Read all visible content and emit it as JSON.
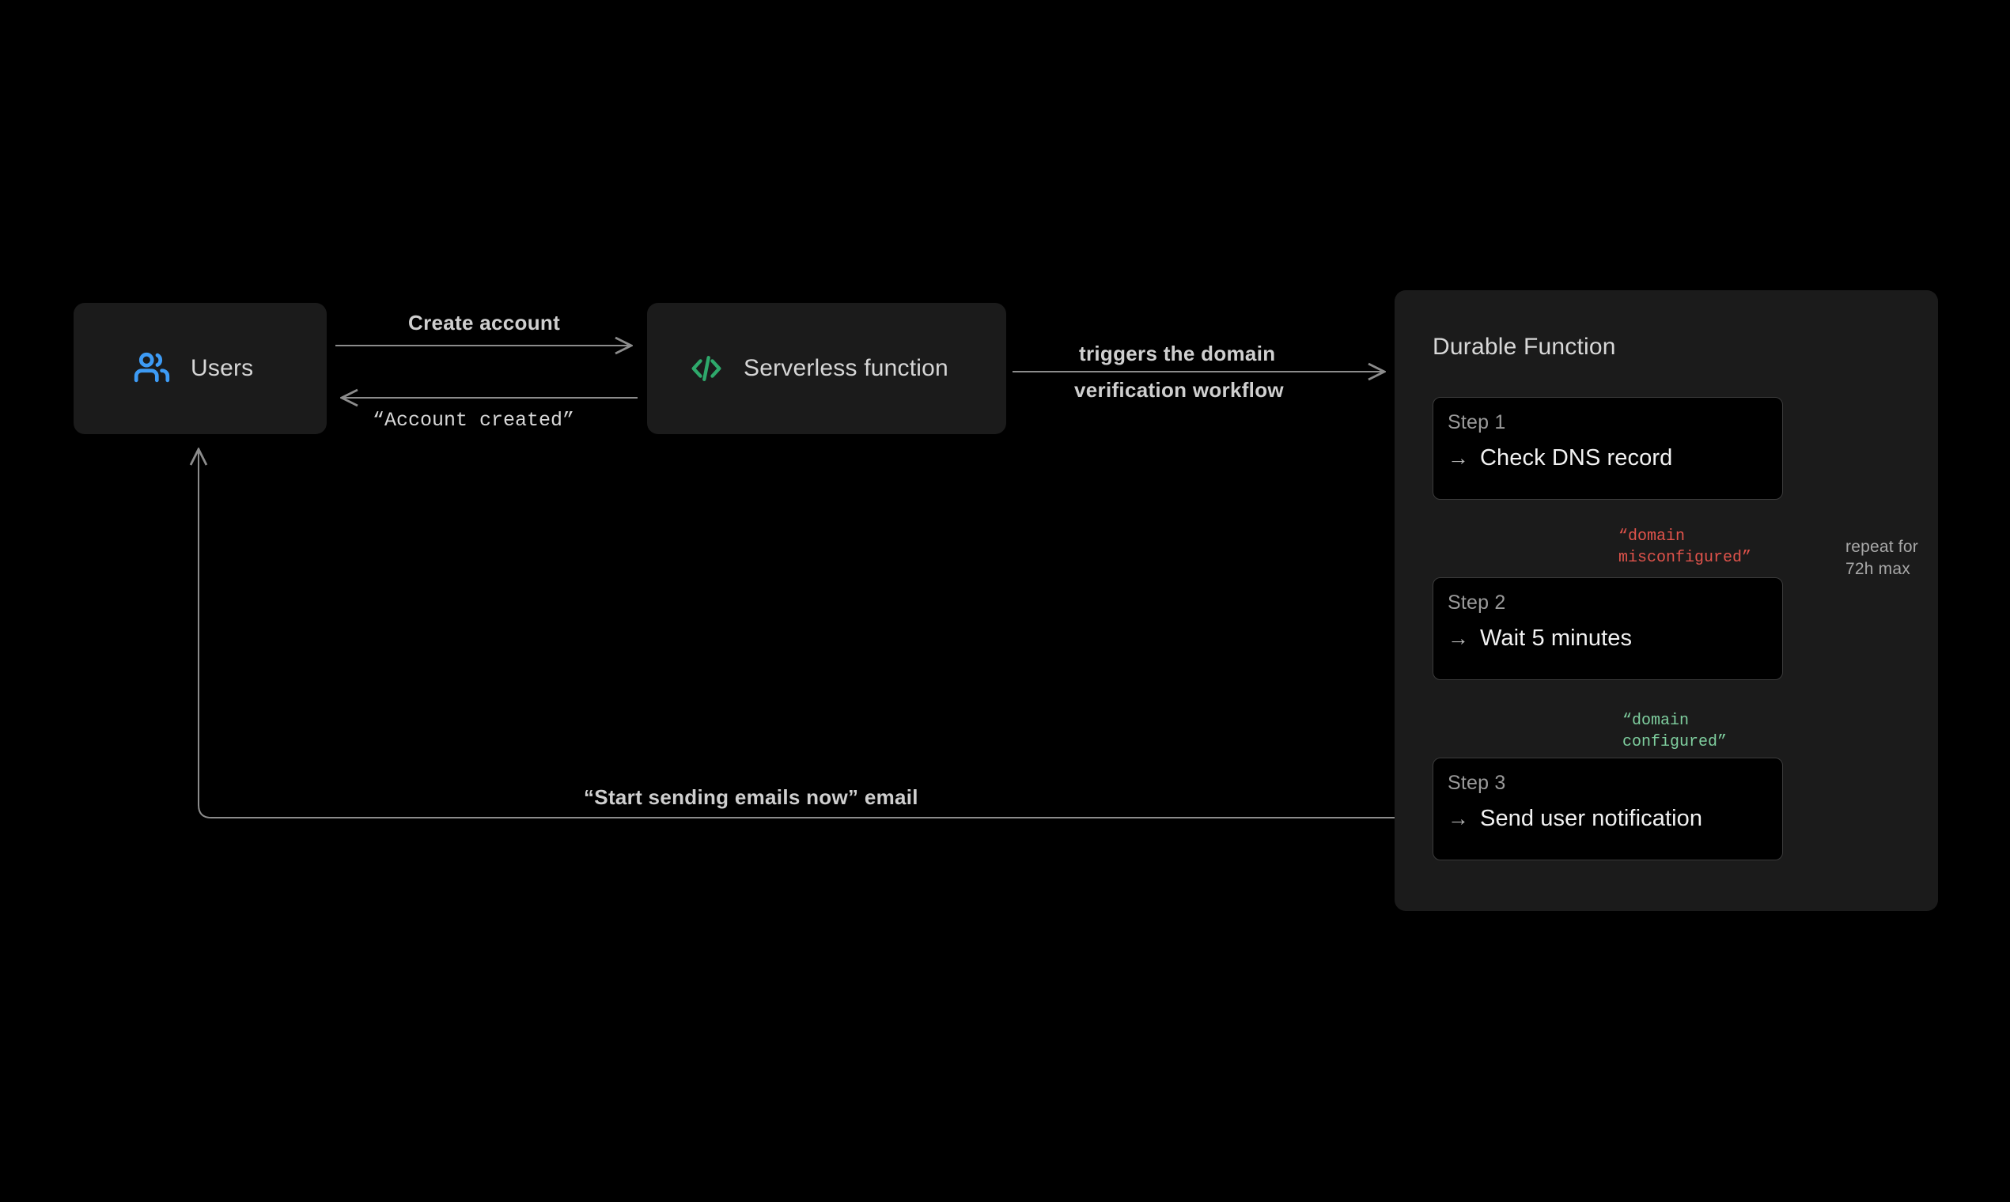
{
  "diagram": {
    "background_color": "#000000",
    "nodes": [
      {
        "id": "users",
        "label": "Users",
        "icon": "users-icon",
        "icon_color": "#3d9bf5"
      },
      {
        "id": "serverless",
        "label": "Serverless function",
        "icon": "code-brackets-icon",
        "icon_color": "#2ea96b"
      }
    ],
    "durable_function": {
      "title": "Durable Function",
      "steps": [
        {
          "index": "Step 1",
          "arrow": "→",
          "action": "Check DNS record"
        },
        {
          "index": "Step 2",
          "arrow": "→",
          "action": "Wait 5 minutes"
        },
        {
          "index": "Step 3",
          "arrow": "→",
          "action": "Send user notification"
        }
      ]
    },
    "edges": [
      {
        "id": "create-account",
        "label": "Create account",
        "from": "users",
        "to": "serverless",
        "style": "bold-sans"
      },
      {
        "id": "account-created",
        "label": "“Account created”",
        "from": "serverless",
        "to": "users",
        "style": "mono"
      },
      {
        "id": "triggers-workflow",
        "label_line1": "triggers the domain",
        "label_line2": "verification workflow",
        "from": "serverless",
        "to": "durable-function",
        "style": "bold-sans"
      },
      {
        "id": "start-sending-emails",
        "label": "“Start sending emails now” email",
        "from": "step-3",
        "to": "users",
        "style": "bold-sans"
      },
      {
        "id": "domain-misconfigured",
        "label": "“domain\nmisconfigured”",
        "label_line1": "“domain",
        "label_line2": "misconfigured”",
        "from": "step-1",
        "to": "step-2",
        "style": "mono",
        "color": "#e0534b"
      },
      {
        "id": "domain-configured",
        "label_line1": "“domain",
        "label_line2": "configured”",
        "from": "step-2",
        "to": "step-3",
        "style": "mono",
        "color": "#7fcf9f"
      },
      {
        "id": "repeat-loop",
        "label_line1": "repeat for",
        "label_line2": "72h max",
        "from": "step-2",
        "to": "step-1",
        "style": "plain",
        "color": "#a8a8a8"
      }
    ],
    "colors": {
      "node_fill": "#1b1b1b",
      "step_fill": "#000000",
      "step_border": "#3b3b3b",
      "wire": "#8c8c8c",
      "text_primary": "#f2f2f2",
      "text_secondary": "#cfcfcf",
      "text_muted": "#9a9a9a",
      "accent_blue": "#3d9bf5",
      "accent_green": "#2ea96b",
      "accent_red": "#e0534b",
      "accent_mint": "#7fcf9f"
    }
  }
}
